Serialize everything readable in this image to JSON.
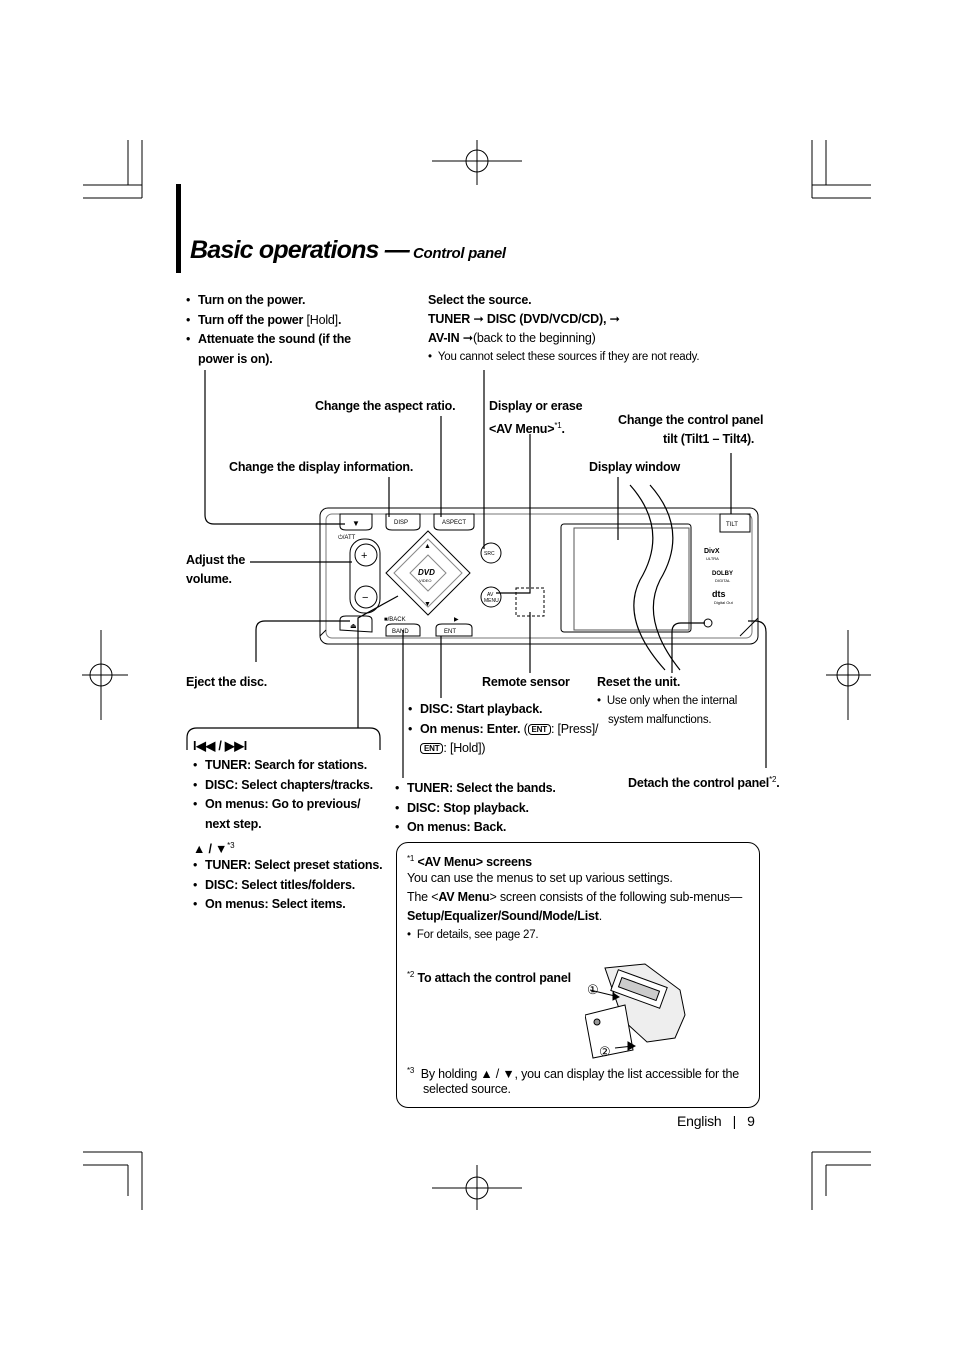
{
  "page": {
    "title": "Basic operations —",
    "subtitle": "Control panel",
    "footer_lang": "English",
    "footer_sep": "|",
    "footer_page": "9"
  },
  "top_left": {
    "items": [
      "Turn on the power.",
      "Turn off the power",
      "[Hold]",
      ".",
      "Attenuate the sound (if the",
      "power is on)."
    ]
  },
  "source": {
    "heading": "Select the source.",
    "line1_a": "TUNER",
    "line1_b": "DISC (DVD/VCD/CD),",
    "line2_a": "AV-IN",
    "line2_b": "(back to the beginning)",
    "note": "You cannot select these sources if they are not ready."
  },
  "labels": {
    "aspect": "Change the aspect ratio.",
    "avmenu_1": "Display or erase",
    "avmenu_2": "<AV Menu>",
    "avmenu_sup": "*1",
    "avmenu_dot": ".",
    "tilt_1": "Change the control panel",
    "tilt_2": "tilt (Tilt1 – Tilt4).",
    "disp_info": "Change the display information.",
    "display_window": "Display window",
    "volume_1": "Adjust the",
    "volume_2": "volume.",
    "eject": "Eject the disc.",
    "remote": "Remote sensor",
    "reset": "Reset the unit.",
    "reset_note_1": "Use only when the internal",
    "reset_note_2": "system malfunctions.",
    "detach": "Detach the control panel",
    "detach_sup": "*2",
    "detach_dot": "."
  },
  "ent_list": {
    "item1": "DISC: Start playback.",
    "item2": "On menus: Enter.",
    "ent_key": "ENT",
    "press": ": [Press]/",
    "hold": ": [Hold])",
    "open_paren": "("
  },
  "band_list": {
    "items": [
      "TUNER: Select the bands.",
      "DISC: Stop playback.",
      "On menus: Back."
    ]
  },
  "skip": {
    "symbol": "I◀◀ / ▶▶I",
    "items": [
      "TUNER: Search for stations.",
      "DISC: Select chapters/tracks.",
      "On menus: Go to previous/",
      "next step."
    ],
    "updown": "▲ / ▼",
    "updown_sup": "*3",
    "items2": [
      "TUNER: Select preset stations.",
      "DISC: Select titles/folders.",
      "On menus: Select items."
    ]
  },
  "notes": {
    "n1_sup": "*1",
    "n1_title": "<AV Menu> screens",
    "n1_line1": "You can use the menus to set up various settings.",
    "n1_line2_a": "The <",
    "n1_line2_b": "AV Menu",
    "n1_line2_c": "> screen consists of the following sub-menus—",
    "n1_line3": "Setup/Equalizer/Sound/Mode/List",
    "n1_line3_dot": ".",
    "n1_bullet": "For details, see page 27.",
    "n2_sup": "*2",
    "n2_title": "To attach the control panel",
    "n3_sup": "*3",
    "n3_line1": "By holding ▲ / ▼, you can display the list accessible for the",
    "n3_line2": "selected source.",
    "circle1": "①",
    "circle2": "②"
  },
  "panel": {
    "btn_down": "▼",
    "btn_disp": "DISP",
    "btn_aspect": "ASPECT",
    "btn_src": "SRC",
    "btn_av": "AV",
    "btn_menu": "MENU",
    "btn_tilt": "TILT",
    "btn_band": "BAND",
    "btn_ent": "ENT",
    "btn_plus": "+",
    "btn_minus": "−",
    "att_label": "⏻/ATT",
    "back_label": "■/BACK",
    "play_label": "▶",
    "dvd_logo": "DVD",
    "dvd_sub": "VIDEO",
    "divx": "DivX",
    "divx_sub": "ULTRA",
    "dolby": "DOLBY",
    "dolby_sub": "DIGITAL",
    "dts": "dts",
    "dts_sub": "Digital Out"
  }
}
